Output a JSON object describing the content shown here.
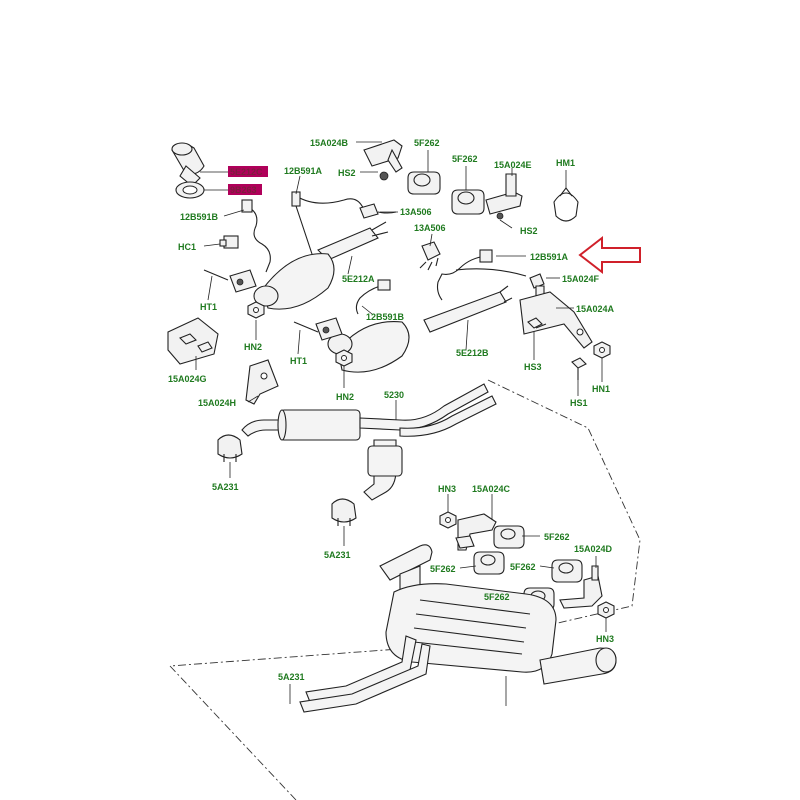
{
  "colors": {
    "label_green": "#1f7a1f",
    "highlight_box": "#b0005a",
    "arrow_red": "#d0202a"
  },
  "labels": {
    "p_15A024B": "15A024B",
    "p_HS2_top": "HS2",
    "p_12B591A_top": "12B591A",
    "p_5F262_a": "5F262",
    "p_5F262_b": "5F262",
    "p_15A024E": "15A024E",
    "p_HM1": "HM1",
    "p_5E212C": "5E212C",
    "p_9B263": "9B263",
    "p_12B591B_top": "12B591B",
    "p_13A506_a": "13A506",
    "p_13A506_b": "13A506",
    "p_HS2_right": "HS2",
    "p_HC1": "HC1",
    "p_12B591A_right": "12B591A",
    "p_5E212A": "5E212A",
    "p_15A024F": "15A024F",
    "p_HT1_a": "HT1",
    "p_HN2_a": "HN2",
    "p_12B591B_mid": "12B591B",
    "p_15A024A": "15A024A",
    "p_HT1_b": "HT1",
    "p_5E212B": "5E212B",
    "p_15A024G": "15A024G",
    "p_HS3": "HS3",
    "p_HN1": "HN1",
    "p_HS1": "HS1",
    "p_HN2_b": "HN2",
    "p_15A024H": "15A024H",
    "p_5230": "5230",
    "p_5A231_a": "5A231",
    "p_HN3_a": "HN3",
    "p_15A024C": "15A024C",
    "p_5F262_c": "5F262",
    "p_15A024D": "15A024D",
    "p_5A231_b": "5A231",
    "p_5F262_d": "5F262",
    "p_5F262_e": "5F262",
    "p_5F262_f": "5F262",
    "p_HN3_b": "HN3",
    "p_5A231_c": "5A231"
  }
}
